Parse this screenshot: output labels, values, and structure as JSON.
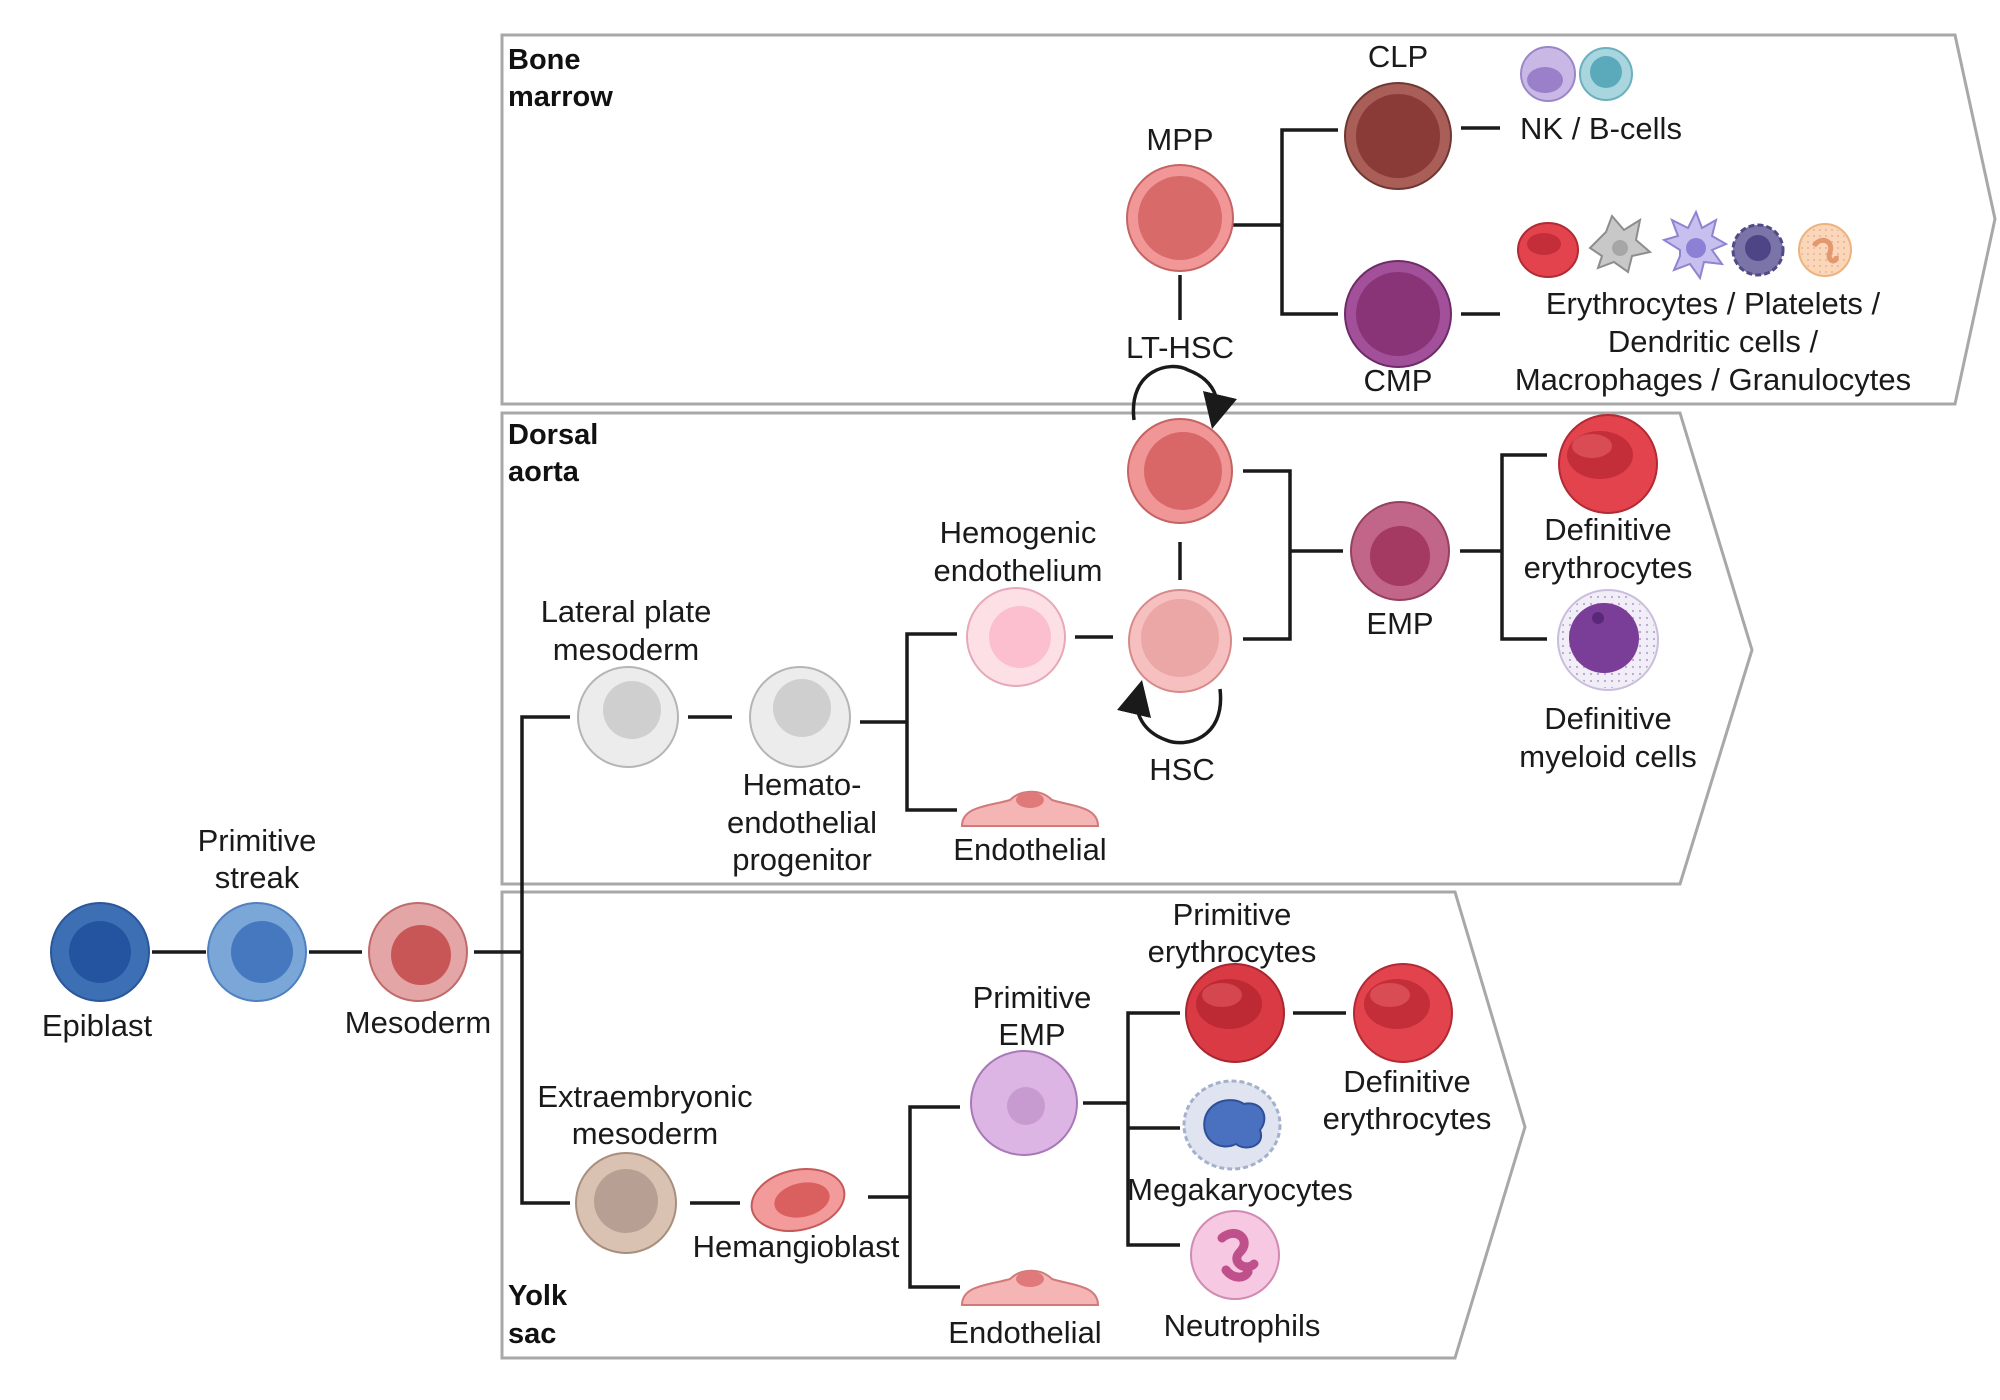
{
  "regions": {
    "bone_marrow": [
      "Bone",
      "marrow"
    ],
    "dorsal_aorta": [
      "Dorsal",
      "aorta"
    ],
    "yolk_sac": [
      "Yolk",
      "sac"
    ]
  },
  "labels": {
    "epiblast": [
      "Epiblast"
    ],
    "primitive_streak": [
      "Primitive",
      "streak"
    ],
    "mesoderm": [
      "Mesoderm"
    ],
    "lateral_plate_mesoderm": [
      "Lateral plate",
      "mesoderm"
    ],
    "hemato_endothelial_progenitor": [
      "Hemato-",
      "endothelial",
      "progenitor"
    ],
    "hemogenic_endothelium": [
      "Hemogenic",
      "endothelium"
    ],
    "endothelial_da": [
      "Endothelial"
    ],
    "hsc": [
      "HSC"
    ],
    "lt_hsc": [
      "LT-HSC"
    ],
    "mpp": [
      "MPP"
    ],
    "clp": [
      "CLP"
    ],
    "cmp": [
      "CMP"
    ],
    "nk_b": [
      "NK / B-cells"
    ],
    "myeloid_bm": [
      "Erythrocytes / Platelets /",
      "Dendritic cells /",
      "Macrophages / Granulocytes"
    ],
    "emp": [
      "EMP"
    ],
    "def_ery_da": [
      "Definitive",
      "erythrocytes"
    ],
    "def_myeloid": [
      "Definitive",
      "myeloid cells"
    ],
    "extraembryonic_mesoderm": [
      "Extraembryonic",
      "mesoderm"
    ],
    "hemangioblast": [
      "Hemangioblast"
    ],
    "endothelial_ys": [
      "Endothelial"
    ],
    "primitive_emp": [
      "Primitive",
      "EMP"
    ],
    "primitive_ery": [
      "Primitive",
      "erythrocytes"
    ],
    "def_ery_ys": [
      "Definitive",
      "erythrocytes"
    ],
    "megakaryocytes": [
      "Megakaryocytes"
    ],
    "neutrophils": [
      "Neutrophils"
    ]
  },
  "colors": {
    "panel_border": "#a8a8a8",
    "line": "#1a1a1a",
    "epiblast": "#3d6fb5",
    "primitive_streak": "#7aa6d8",
    "mesoderm": "#e3a5a5",
    "grey_progenitor": "#e6e6e6",
    "hemogenic": "#fbd3dc",
    "hsc": "#f0b3b3",
    "lt_hsc": "#ee8e8e",
    "emp": "#b8587a",
    "clp": "#a85f58",
    "cmp": "#9a4a8a",
    "erythrocyte": "#e0404a",
    "myeloid": "#7a3d98",
    "extraembryonic": "#d2bba9",
    "hemangioblast": "#ee8080",
    "primitive_emp": "#dcb5e4",
    "megakaryocyte": "#4a70c0",
    "neutrophil": "#f0b4d8",
    "endothelial": "#f5b5b5"
  }
}
